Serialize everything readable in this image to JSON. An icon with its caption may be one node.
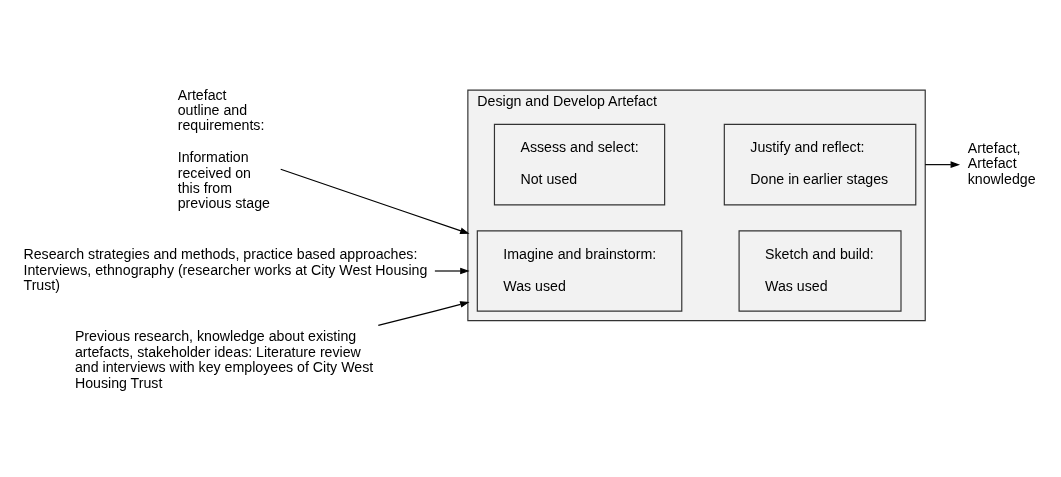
{
  "diagram": {
    "nodes": [
      {
        "text": [
          "Design and Develop Artefact"
        ]
      },
      {
        "text": [
          "Imagine and brainstorm:",
          "Was used"
        ],
        "in": 0
      },
      {
        "text": [
          "Sketch and build:",
          "Was used"
        ],
        "in": 0
      },
      {
        "text": [
          "Assess and select:",
          "Not used"
        ],
        "in": 0
      },
      {
        "text": [
          "Justify and reflect:",
          "Done in earlier stages"
        ],
        "in": 0
      },
      {
        "text": [
          "Artefact outline and requirements:",
          "Information received on this from previous stage"
        ]
      },
      {
        "text": [
          "Artefact, Artefact knowledge"
        ]
      },
      {
        "text": [
          "Research strategies and methods, practice based approaches: Interviews, ethnography (researcher works at City West Housing Trust)"
        ]
      },
      {
        "text": [
          "Previous research, knowledge about existing artefacts, stakeholder ideas: Literature review and interviews with key employees of City West Housing Trust"
        ]
      }
    ],
    "edges": [
      {
        "from": 5,
        "to": 0,
        "arrow": "to"
      },
      {
        "from": 0,
        "to": 6,
        "arrow": "to"
      },
      {
        "from": 7,
        "to": 0,
        "arrow": "to"
      },
      {
        "from": 8,
        "to": 0,
        "arrow": "to"
      }
    ]
  }
}
